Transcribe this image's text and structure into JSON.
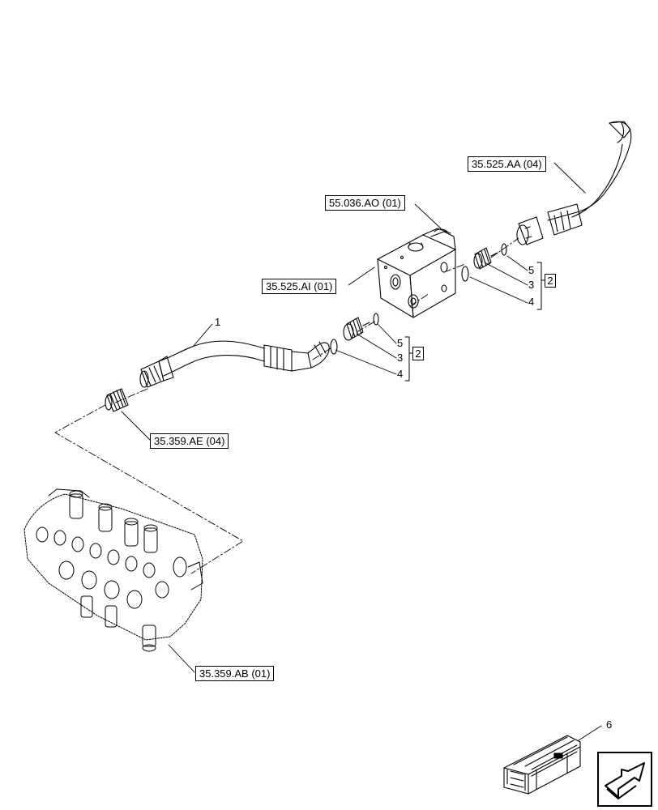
{
  "references": {
    "aa": "35.525.AA (04)",
    "ao": "55.036.AO (01)",
    "ai": "35.525.AI (01)",
    "ae": "35.359.AE (04)",
    "ab": "35.359.AB (01)"
  },
  "items": {
    "hose": "1",
    "kit_a": "2",
    "kit_b": "2",
    "seal_a_5": "5",
    "adapter_a_3": "3",
    "oring_a_4": "4",
    "seal_b_5": "5",
    "adapter_b_3": "3",
    "oring_b_4": "4",
    "crate": "6"
  },
  "icons": {
    "crate": "shipping-crate-icon",
    "navigation": "next-page-arrow-icon"
  }
}
